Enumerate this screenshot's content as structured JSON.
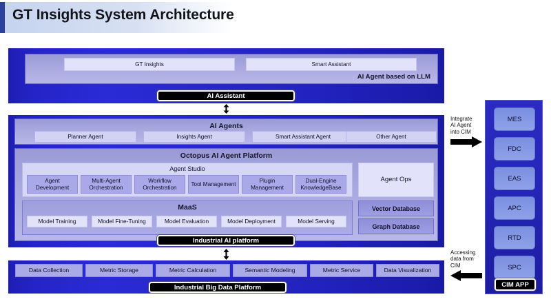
{
  "header": {
    "title": "GT Insights System Architecture",
    "accent_color": "#2b3f9e"
  },
  "top_layer": {
    "llm_band_label": "AI Agent based on LLM",
    "apps": [
      {
        "label": "GT Insights"
      },
      {
        "label": "Smart Assistant"
      }
    ],
    "pill_label": "AI Assistant"
  },
  "connectors": {
    "top_to_mid": "↕",
    "mid_to_bottom": "↕",
    "integrate_arrow": "right-arrow",
    "accessing_arrow": "left-arrow"
  },
  "mid_layer": {
    "agents_title": "AI Agents",
    "agents": [
      {
        "label": "Planner Agent"
      },
      {
        "label": "Insights Agent"
      },
      {
        "label": "Smart Assistant Agent"
      },
      {
        "label": "Other Agent"
      }
    ],
    "platform_title": "Octopus AI Agent Platform",
    "studio_title": "Agent Studio",
    "studio_items": [
      {
        "label": "Agent\nDevelopment"
      },
      {
        "label": "Multi-Agent\nOrchestration"
      },
      {
        "label": "Workflow\nOrchestration"
      },
      {
        "label": "Tool\nManagement"
      },
      {
        "label": "Plugin\nManagement"
      },
      {
        "label": "Dual-Engine\nKnowledgeBase"
      }
    ],
    "agent_ops_label": "Agent Ops",
    "maas_title": "MaaS",
    "maas_items": [
      {
        "label": "Model Training"
      },
      {
        "label": "Model Fine-Tuning"
      },
      {
        "label": "Model Evaluation"
      },
      {
        "label": "Model Deployment"
      },
      {
        "label": "Model Serving"
      }
    ],
    "databases": [
      {
        "label": "Vector Database"
      },
      {
        "label": "Graph Database"
      }
    ],
    "pill_label": "Industrial AI platform"
  },
  "bottom_layer": {
    "items": [
      {
        "label": "Data Collection"
      },
      {
        "label": "Metric Storage"
      },
      {
        "label": "Metric Calculation"
      },
      {
        "label": "Semantic Modeling"
      },
      {
        "label": "Metric Service"
      },
      {
        "label": "Data Visualization"
      }
    ],
    "pill_label": "Industrial Big Data Platform"
  },
  "cim_column": {
    "modules": [
      {
        "label": "MES"
      },
      {
        "label": "FDC"
      },
      {
        "label": "EAS"
      },
      {
        "label": "APC"
      },
      {
        "label": "RTD"
      },
      {
        "label": "SPC"
      }
    ],
    "pill_label": "CIM APP"
  },
  "annotations": {
    "integrate": "Integrate\nAI Agent\ninto CIM",
    "accessing": "Accessing\ndata from\nCIM"
  }
}
